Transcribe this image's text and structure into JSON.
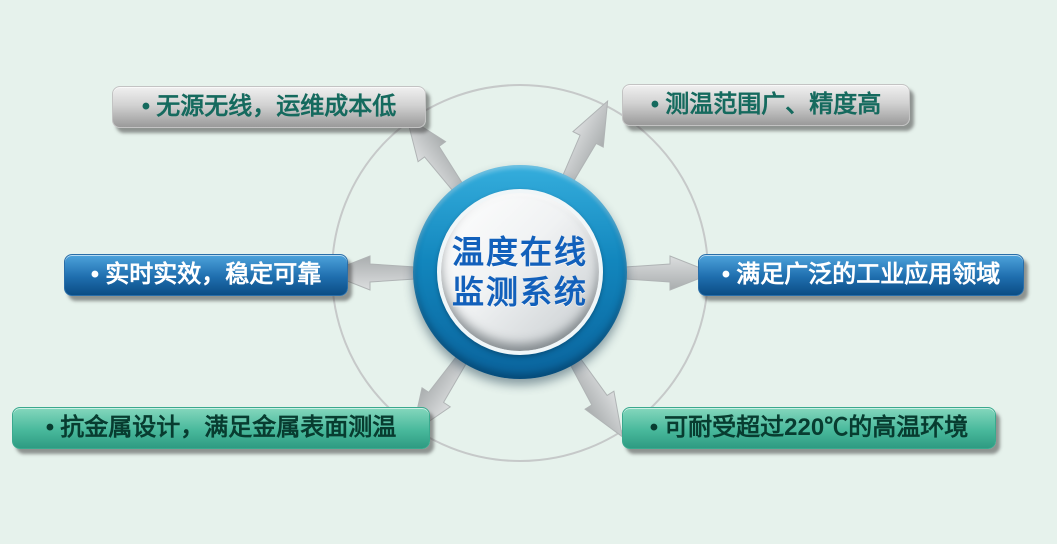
{
  "page": {
    "background_color": "#e6f2ec",
    "type": "radial-feature-diagram"
  },
  "bullet": "•",
  "center": {
    "line1": "温度在线",
    "line2": "监测系统",
    "text_color": "#1260bb",
    "ring_color": "#1286bd"
  },
  "items": [
    {
      "label": "无源无线，运维成本低",
      "style": "gray",
      "position": "top-left"
    },
    {
      "label": "测温范围广、精度高",
      "style": "gray",
      "position": "top-right"
    },
    {
      "label": "实时实效，稳定可靠",
      "style": "blue",
      "position": "middle-left"
    },
    {
      "label": "满足广泛的工业应用领域",
      "style": "blue",
      "position": "middle-right"
    },
    {
      "label": "抗金属设计，满足金属表面测温",
      "style": "teal",
      "position": "bottom-left"
    },
    {
      "label": "可耐受超过220℃的高温环境",
      "style": "teal",
      "position": "bottom-right"
    }
  ],
  "colors": {
    "gray_box_text": "#156a5e",
    "blue_box": "#0b4d85",
    "teal_box": "#2e9b82",
    "arrow": "#b9bcbd",
    "orbit_circle": "#c6c9c9"
  }
}
